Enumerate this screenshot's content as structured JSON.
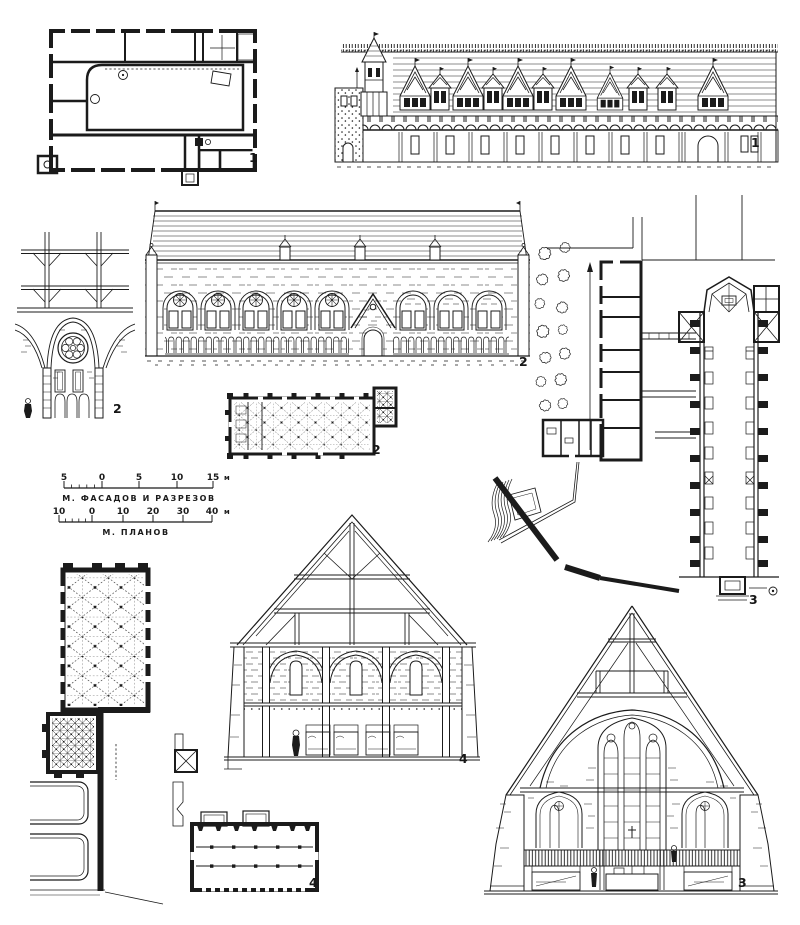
{
  "page": {
    "type": "architectural-drawings-plate",
    "background": "#ffffff",
    "ink": "#1b1b1b"
  },
  "figure_labels": {
    "plan_top_left": "1",
    "facade_top_right": "1",
    "section_fragment_left": "2",
    "facade_center": "2",
    "plan_center": "2",
    "site_plan_right": "3",
    "section_center": "4",
    "plan_bottom": "4",
    "section_bottom_right": "3"
  },
  "scalebars": {
    "facades": {
      "ticks": [
        "5",
        "0",
        "5",
        "10",
        "15"
      ],
      "unit": "м",
      "caption": "М. ФАСАДОВ И РАЗРЕЗОВ"
    },
    "plans": {
      "ticks": [
        "10",
        "0",
        "10",
        "20",
        "30",
        "40"
      ],
      "unit": "м",
      "caption": "М. ПЛАНОВ"
    }
  }
}
